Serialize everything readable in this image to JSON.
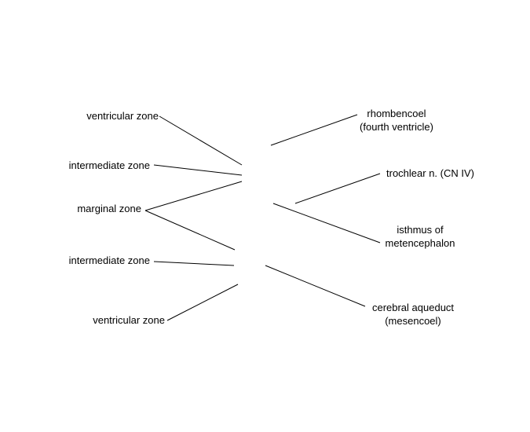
{
  "labels": {
    "left": {
      "ventricular_zone_top": "ventricular zone",
      "intermediate_zone_top": "intermediate zone",
      "marginal_zone": "marginal zone",
      "intermediate_zone_bottom": "intermediate zone",
      "ventricular_zone_bottom": "ventricular zone"
    },
    "right": {
      "rhombencoel_line1": "rhombencoel",
      "rhombencoel_line2": "(fourth ventricle)",
      "trochlear_nerve": "trochlear n. (CN IV)",
      "isthmus_line1": "isthmus of",
      "isthmus_line2": "metencephalon",
      "aqueduct_line1": "cerebral aqueduct",
      "aqueduct_line2": "(mesencoel)"
    }
  },
  "colors": {
    "leader_line": "#000000",
    "text": "#000000",
    "background": "#ffffff"
  }
}
